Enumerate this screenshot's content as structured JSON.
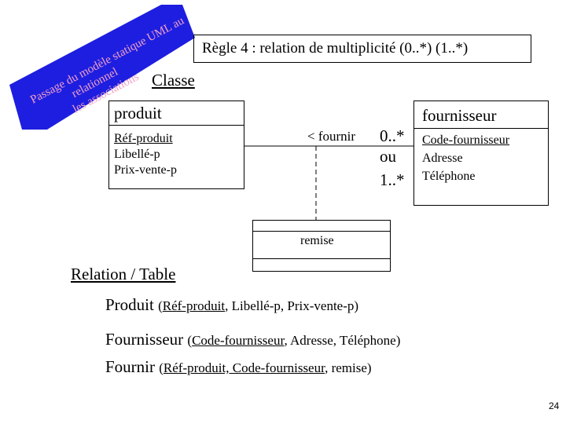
{
  "banner": {
    "color": "#1e1ee0",
    "text_color": "#f0a0c8",
    "line1": "Passage du modèle statique UML au",
    "line2": "relationnel",
    "line3": "les associations"
  },
  "rule_title": "Règle 4 : relation de multiplicité (0..*) (1..*)",
  "classe_title": "Classe",
  "class_produit": {
    "name": "produit",
    "attributes": [
      "Réf-produit",
      "Libellé-p",
      "Prix-vente-p"
    ]
  },
  "class_fournisseur": {
    "name": "fournisseur",
    "attributes": [
      "Code-fournisseur",
      "Adresse",
      "Téléphone"
    ]
  },
  "association": {
    "label": "< fournir",
    "mult_top": "0..*",
    "mult_mid": "ou",
    "mult_bottom": "1..*"
  },
  "class_remise": {
    "name": "remise"
  },
  "relation_section": {
    "title": "Relation / Table"
  },
  "relations": {
    "produit": {
      "name": "Produit",
      "open": "(",
      "key": "Réf-produit",
      "rest": ", Libellé-p, Prix-vente-p)"
    },
    "fournisseur": {
      "name": "Fournisseur",
      "open": "(",
      "key": "Code-fournisseur",
      "rest": ", Adresse, Téléphone)"
    },
    "fournir": {
      "name": "Fournir",
      "open": "(",
      "key": "Réf-produit, Code-fournisseur",
      "rest": ", remise)"
    }
  },
  "page_number": "24"
}
